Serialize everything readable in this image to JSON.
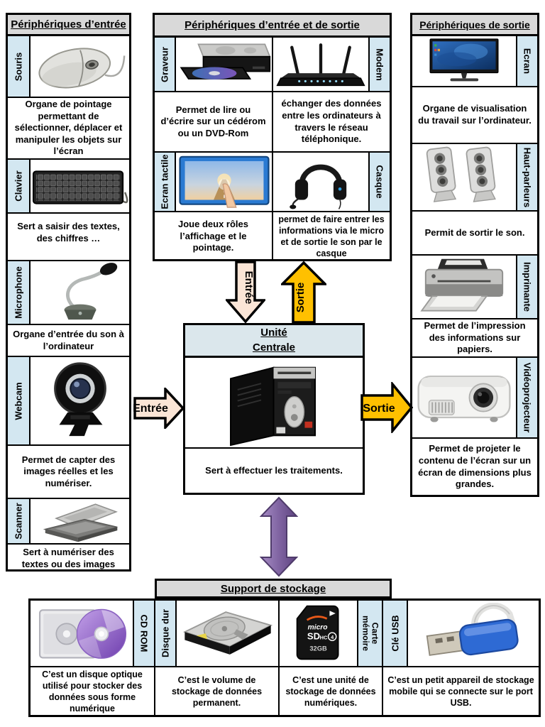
{
  "colors": {
    "title_bg": "#d9d9d9",
    "label_bg": "#d3e7f1",
    "central_header_bg": "#dbe7ec",
    "input_arrow": "#fbe5d6",
    "output_arrow": "#ffc000",
    "storage_arrow": "#8064a2",
    "border": "#000000"
  },
  "left_panel": {
    "title": "Périphériques d’entrée",
    "items": [
      {
        "label": "Souris",
        "icon": "mouse-icon",
        "description": "Organe de pointage permettant de sélectionner, déplacer et manipuler les objets sur l’écran"
      },
      {
        "label": "Clavier",
        "icon": "keyboard-icon",
        "description": "Sert a saisir des textes, des chiffres …"
      },
      {
        "label": "Microphone",
        "icon": "microphone-icon",
        "description": "Organe d’entrée du son à l’ordinateur"
      },
      {
        "label": "Webcam",
        "icon": "webcam-icon",
        "description": "Permet de capter des images réelles et les numériser."
      },
      {
        "label": "Scanner",
        "icon": "scanner-icon",
        "description": "Sert à numériser des textes ou des images"
      }
    ]
  },
  "io_panel": {
    "title": "Périphériques d’entrée et de sortie",
    "items": [
      {
        "label": "Graveur",
        "icon": "dvd-drive-icon",
        "description": "Permet de lire ou d’écrire sur un cédérom ou un DVD-Rom"
      },
      {
        "label": "Modem",
        "icon": "router-icon",
        "description": "échanger des données entre les ordinateurs à travers le réseau téléphonique."
      },
      {
        "label": "Ecran tactile",
        "icon": "touchscreen-icon",
        "description": "Joue deux rôles l’affichage et le pointage."
      },
      {
        "label": "Casque",
        "icon": "headset-icon",
        "description": "permet de faire entrer les informations via le micro et de sortie le son par le casque"
      }
    ]
  },
  "output_panel": {
    "title": "Périphériques de sortie",
    "items": [
      {
        "label": "Ecran",
        "icon": "monitor-icon",
        "description": "Organe de visualisation du travail sur l’ordinateur."
      },
      {
        "label": "Haut-parleurs",
        "icon": "speakers-icon",
        "description": "Permit de sortir le son."
      },
      {
        "label": "Imprimante",
        "icon": "printer-icon",
        "description": "Permet de l’impression des informations sur papiers."
      },
      {
        "label": "Vidéoprojecteur",
        "icon": "projector-icon",
        "description": "Permet de projeter le contenu de l’écran sur un écran de dimensions plus grandes."
      }
    ]
  },
  "central_unit": {
    "title_line1": "Unité",
    "title_line2": "Centrale",
    "icon": "computer-tower-icon",
    "description": "Sert à effectuer les traitements."
  },
  "arrows": {
    "top_input_label": "Entrée",
    "top_output_label": "Sortie",
    "left_input_label": "Entrée",
    "right_output_label": "Sortie"
  },
  "storage_panel": {
    "title": "Support de stockage",
    "items": [
      {
        "label": "CD ROM",
        "icon": "cd-icon",
        "description": "C’est un disque optique utilisé pour stocker des données sous forme numérique"
      },
      {
        "label": "Disque dur",
        "icon": "hard-drive-icon",
        "description": "C’est le volume de stockage de données permanent."
      },
      {
        "label": "Carte mémoire",
        "icon": "memory-card-icon",
        "description": "C’est une unité de stockage de données numériques.",
        "card_text": {
          "brand": "micro",
          "sd": "SD",
          "hc": "HC",
          "class": "4",
          "capacity": "32GB"
        }
      },
      {
        "label": "Clé USB",
        "icon": "usb-key-icon",
        "description": "C’est un petit appareil de stockage mobile qui se connecte sur le port USB."
      }
    ]
  }
}
